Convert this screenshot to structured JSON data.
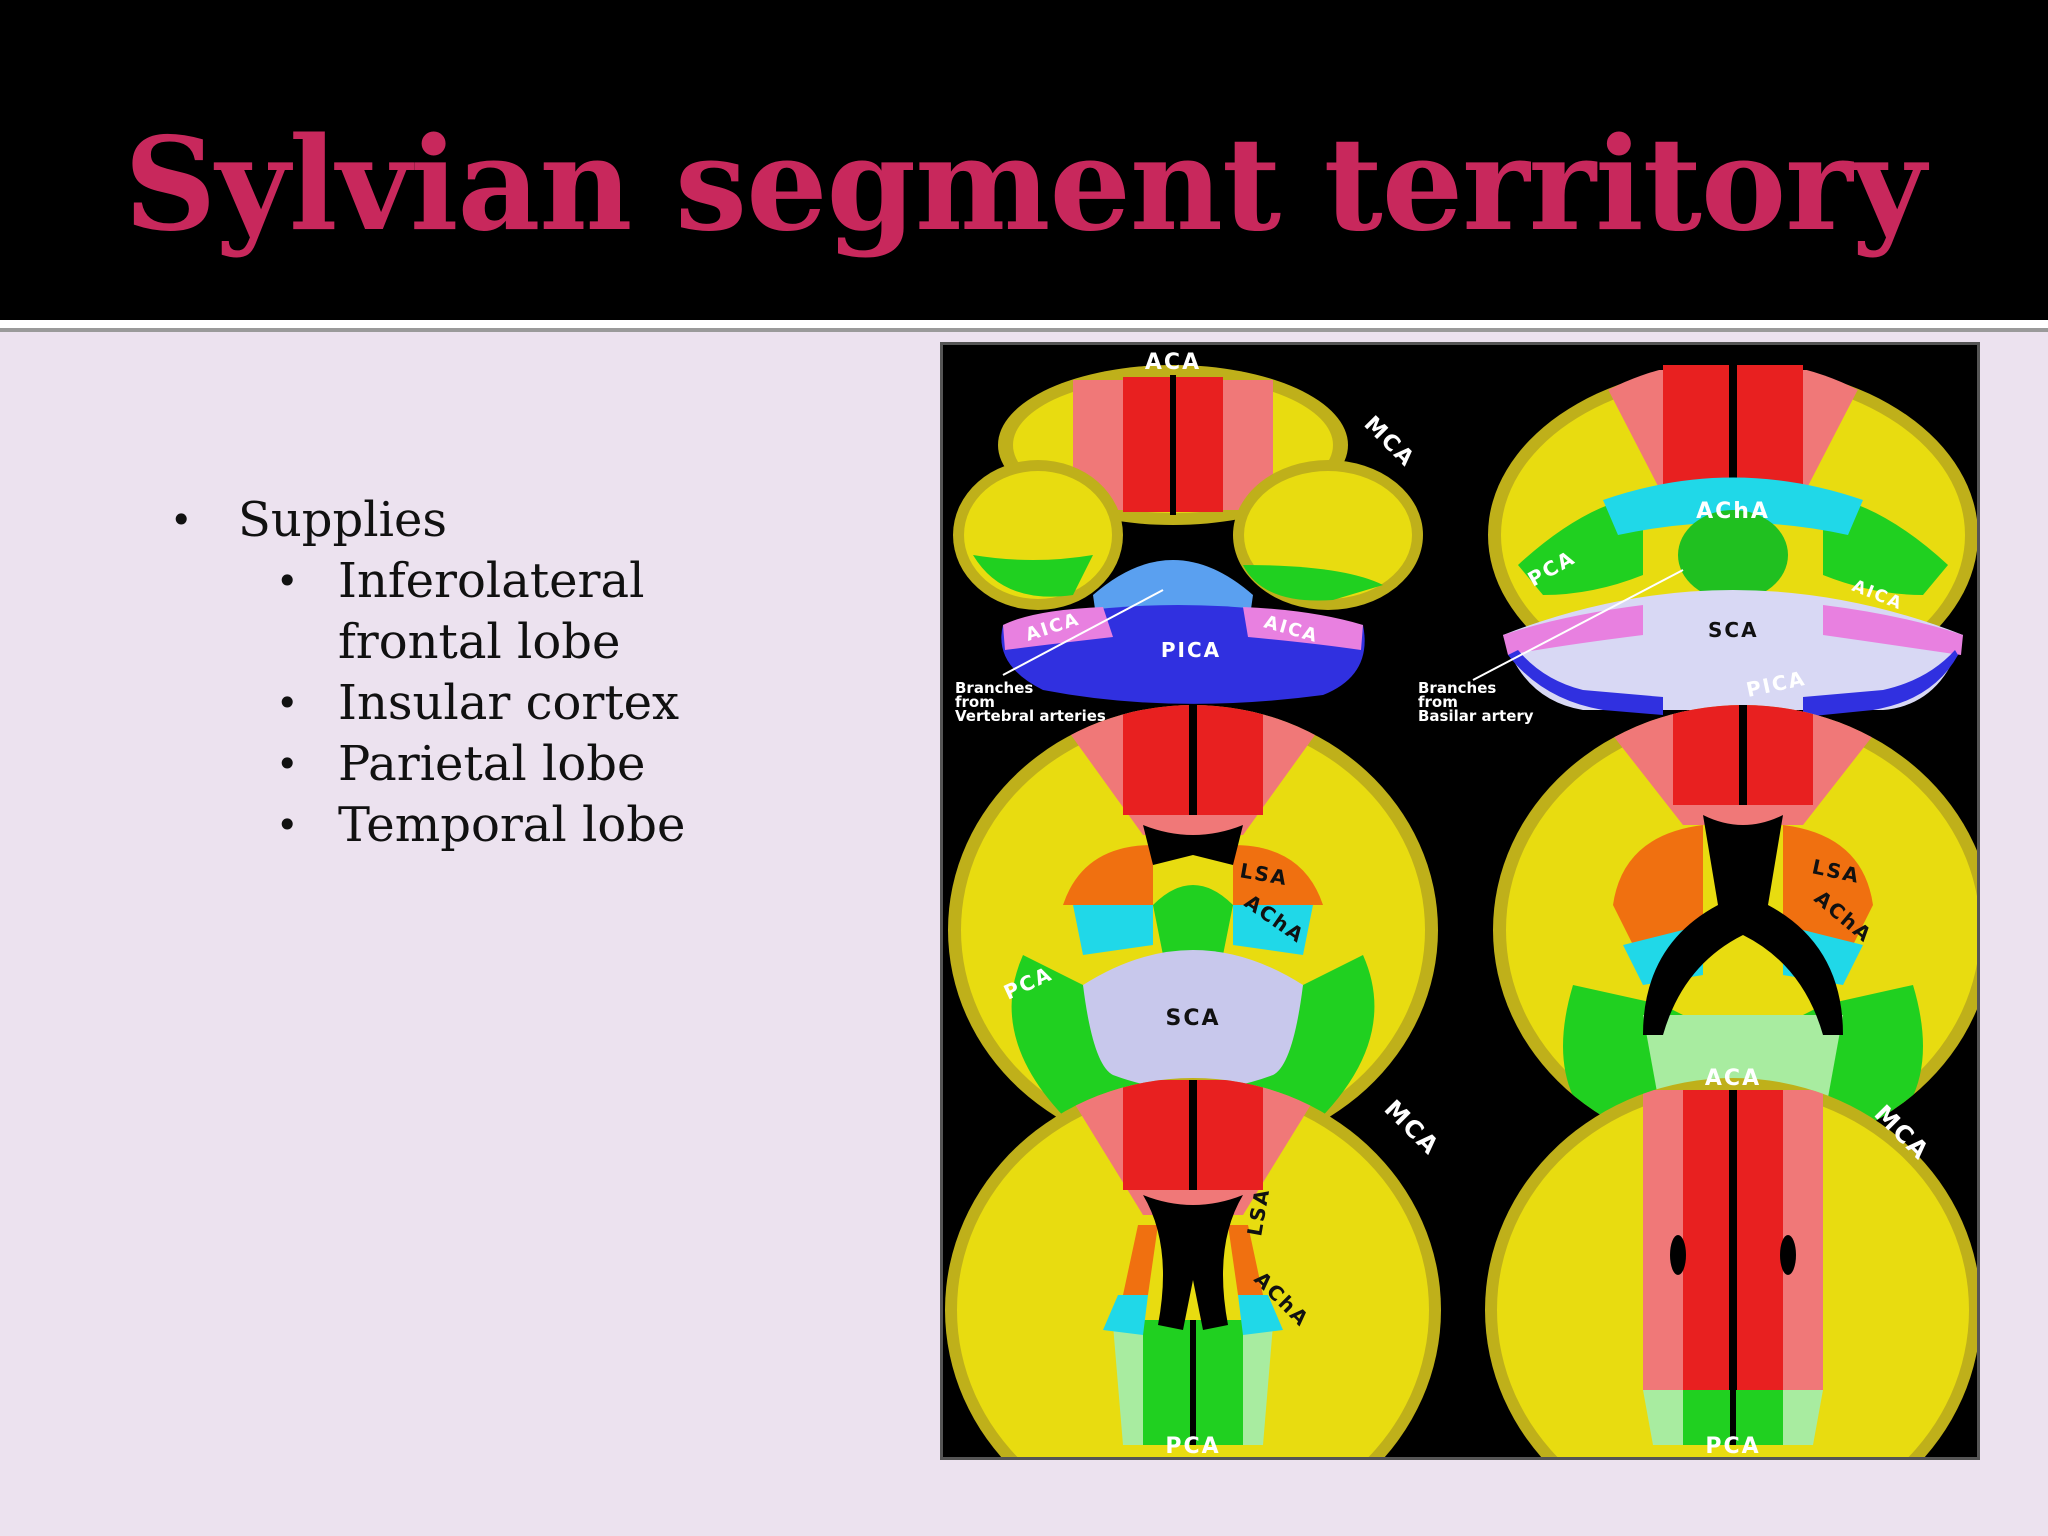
{
  "slide": {
    "title": "Sylvian segment territory",
    "bullets": [
      {
        "text": "Supplies",
        "children": [
          "Inferolateral frontal lobe",
          "Insular cortex",
          "Parietal lobe",
          "Temporal lobe"
        ]
      }
    ]
  },
  "figure": {
    "labels": {
      "aca": "ACA",
      "mca": "MCA",
      "pca": "PCA",
      "aica": "AICA",
      "pica": "PICA",
      "sca": "SCA",
      "acha": "AChA",
      "lsa": "LSA"
    },
    "notes": {
      "vertebral_1": "Branches",
      "vertebral_2": "from",
      "vertebral_3": "Vertebral arteries",
      "basilar_1": "Branches",
      "basilar_2": "from",
      "basilar_3": "Basilar artery"
    },
    "colors": {
      "mca": "#e8dc10",
      "aca": "#e82020",
      "aca_light": "#f07878",
      "pca": "#20d020",
      "pca_light": "#a8eca0",
      "aica": "#e880e0",
      "pica": "#3030e0",
      "pica_light": "#5aa0f0",
      "sca": "#c8c8ec",
      "acha": "#20d8e8",
      "lsa": "#f07010",
      "ventricle": "#000000"
    }
  }
}
